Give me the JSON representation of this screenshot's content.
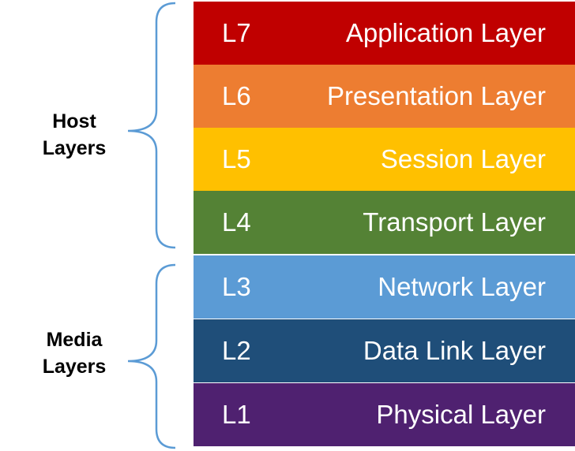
{
  "groups": {
    "host": {
      "line1": "Host",
      "line2": "Layers"
    },
    "media": {
      "line1": "Media",
      "line2": "Layers"
    }
  },
  "layers": [
    {
      "code": "L7",
      "name": "Application Layer",
      "color": "#c00000"
    },
    {
      "code": "L6",
      "name": "Presentation Layer",
      "color": "#ed7d31"
    },
    {
      "code": "L5",
      "name": "Session Layer",
      "color": "#ffc000"
    },
    {
      "code": "L4",
      "name": "Transport Layer",
      "color": "#548235"
    },
    {
      "code": "L3",
      "name": "Network Layer",
      "color": "#5b9bd5"
    },
    {
      "code": "L2",
      "name": "Data Link Layer",
      "color": "#1f4e79"
    },
    {
      "code": "L1",
      "name": "Physical Layer",
      "color": "#4f2170"
    }
  ],
  "bracket_color": "#5b9bd5"
}
